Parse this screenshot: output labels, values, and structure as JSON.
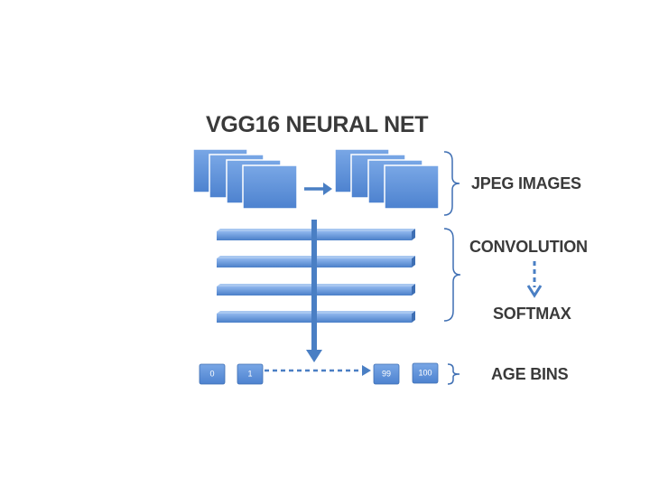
{
  "title": "VGG16 NEURAL NET",
  "labels": {
    "jpeg_images": "JPEG IMAGES",
    "convolution": "CONVOLUTION",
    "softmax": "SOFTMAX",
    "age_bins": "AGE BINS"
  },
  "age_bins": [
    "0",
    "1",
    "99",
    "100"
  ],
  "colors": {
    "box_fill": "#5b8fd6",
    "box_stroke": "#3f6fb3",
    "arrow": "#4a7fc4",
    "bracket": "#3f6fb3",
    "text": "#3a3a3a"
  }
}
